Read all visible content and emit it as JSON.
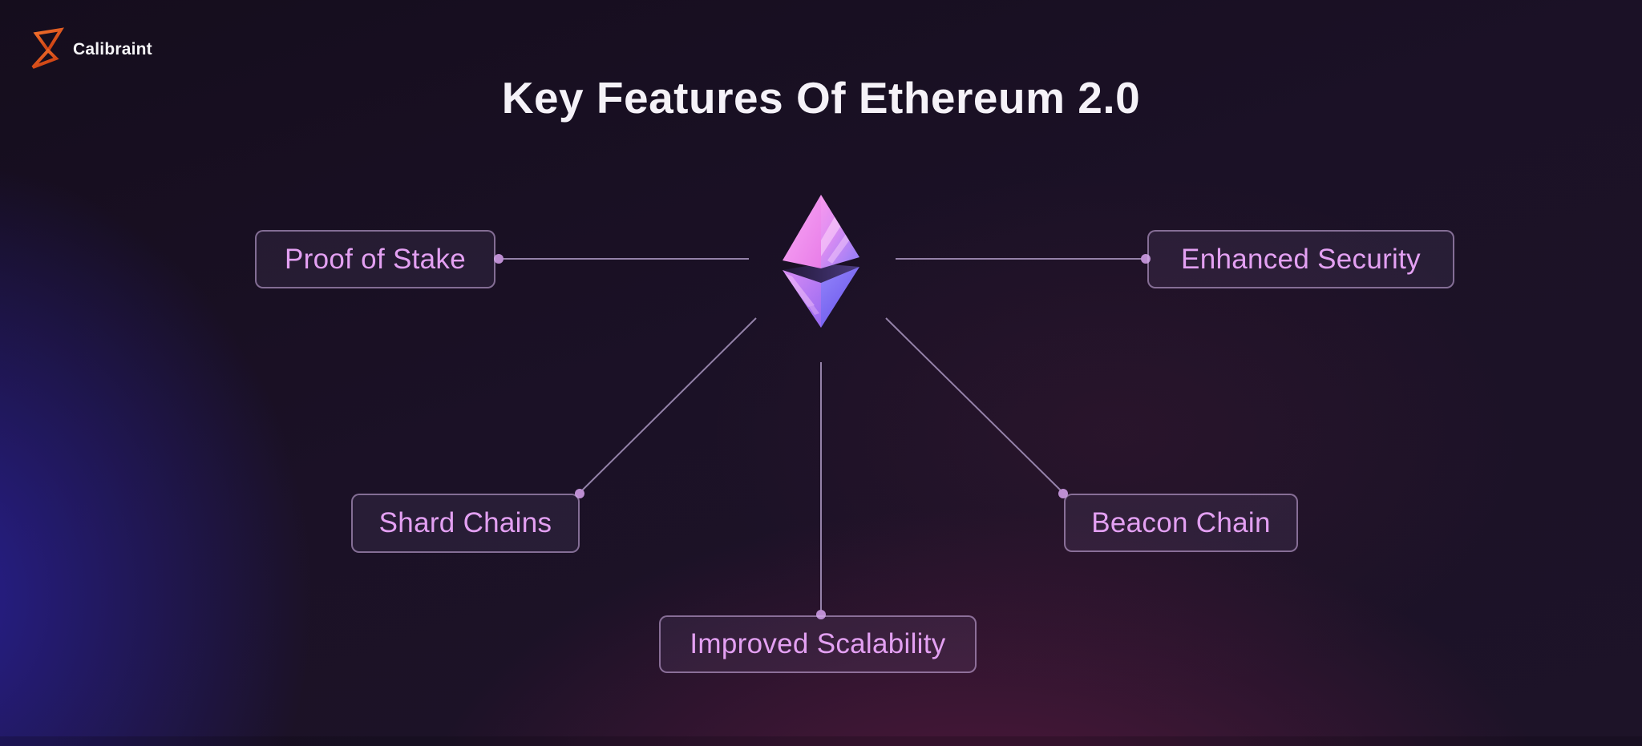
{
  "header": {
    "logo": "Calibraint",
    "title": "Key Features Of Ethereum 2.0"
  },
  "diagram": {
    "center_icon": "ethereum-3d-logo",
    "nodes": [
      {
        "id": "proof-of-stake",
        "label": "Proof of Stake",
        "position": "middle-left"
      },
      {
        "id": "enhanced-security",
        "label": "Enhanced Security",
        "position": "middle-right"
      },
      {
        "id": "shard-chains",
        "label": "Shard Chains",
        "position": "bottom-left"
      },
      {
        "id": "beacon-chain",
        "label": "Beacon Chain",
        "position": "bottom-right"
      },
      {
        "id": "improved-scalability",
        "label": "Improved Scalability",
        "position": "bottom-center"
      }
    ]
  },
  "theme": {
    "bg_base": "#1a1124",
    "blue_glow": "#282098",
    "maroon_glow": "#5c1a3c",
    "line_color": "#a28fb8",
    "dot_color": "#bd8ed2",
    "node_border": "rgba(208,176,228,0.55)",
    "node_fill": "rgba(182,152,222,0.09)",
    "node_text": "#e3a0f2",
    "title_color": "#f5f2f8",
    "logo_orange_light": "#f4722e",
    "logo_orange_dark": "#c83d10",
    "logo_text_color": "#f5f4f6",
    "eth_pink_light": "#f9a8f5",
    "eth_pink": "#ee86ee",
    "eth_purple": "#8f7cf8",
    "eth_blue": "#6a55ec"
  }
}
